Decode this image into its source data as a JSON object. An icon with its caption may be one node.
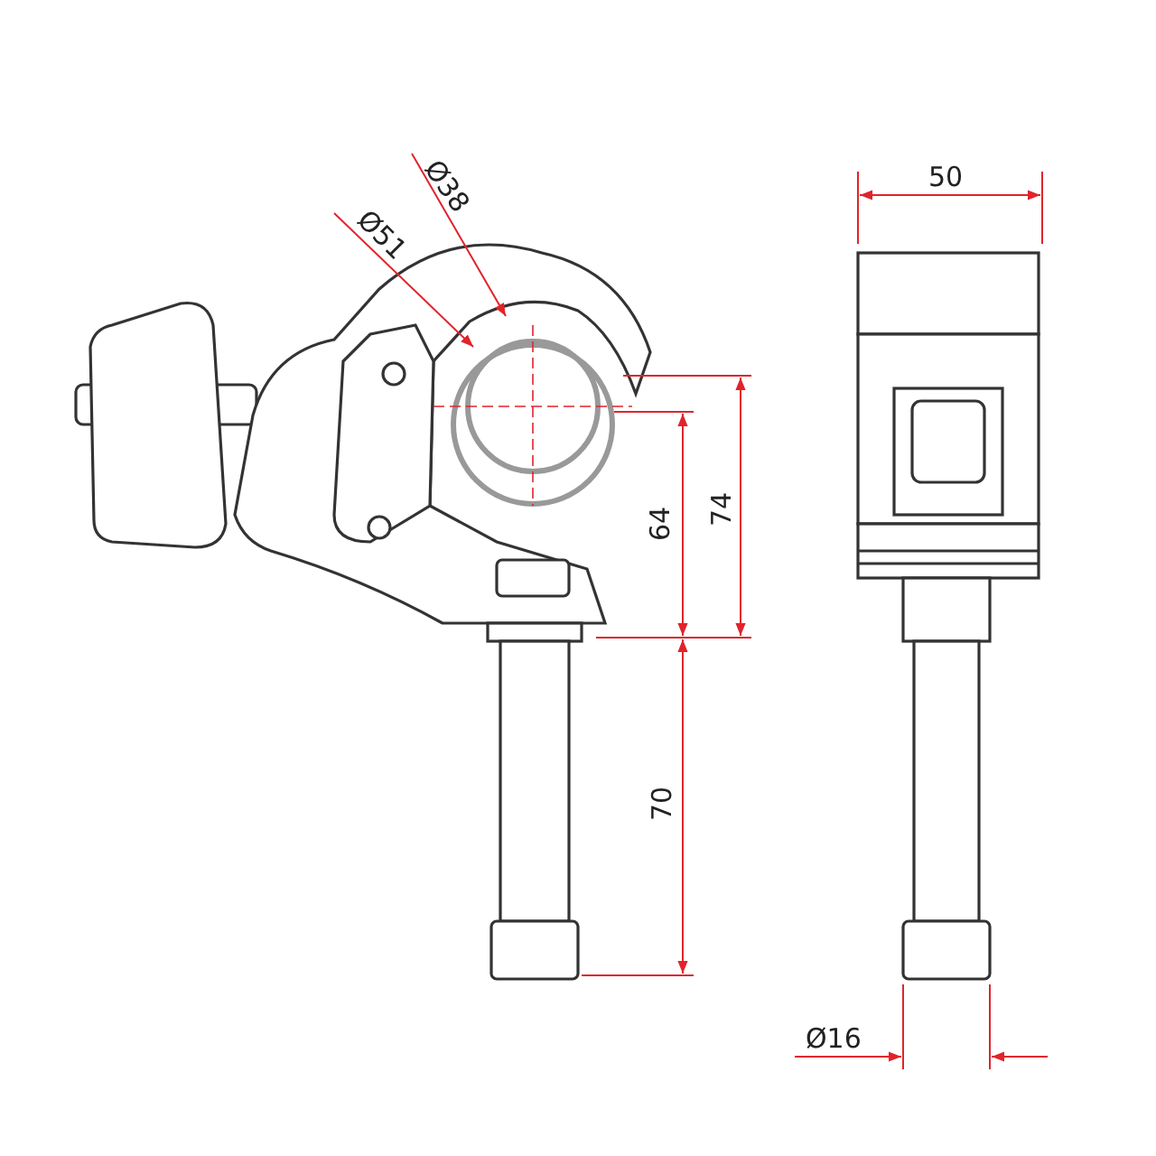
{
  "diagram": {
    "labels": [
      "Ø38",
      "Ø51",
      "50",
      "64",
      "74",
      "70",
      "Ø16"
    ]
  }
}
